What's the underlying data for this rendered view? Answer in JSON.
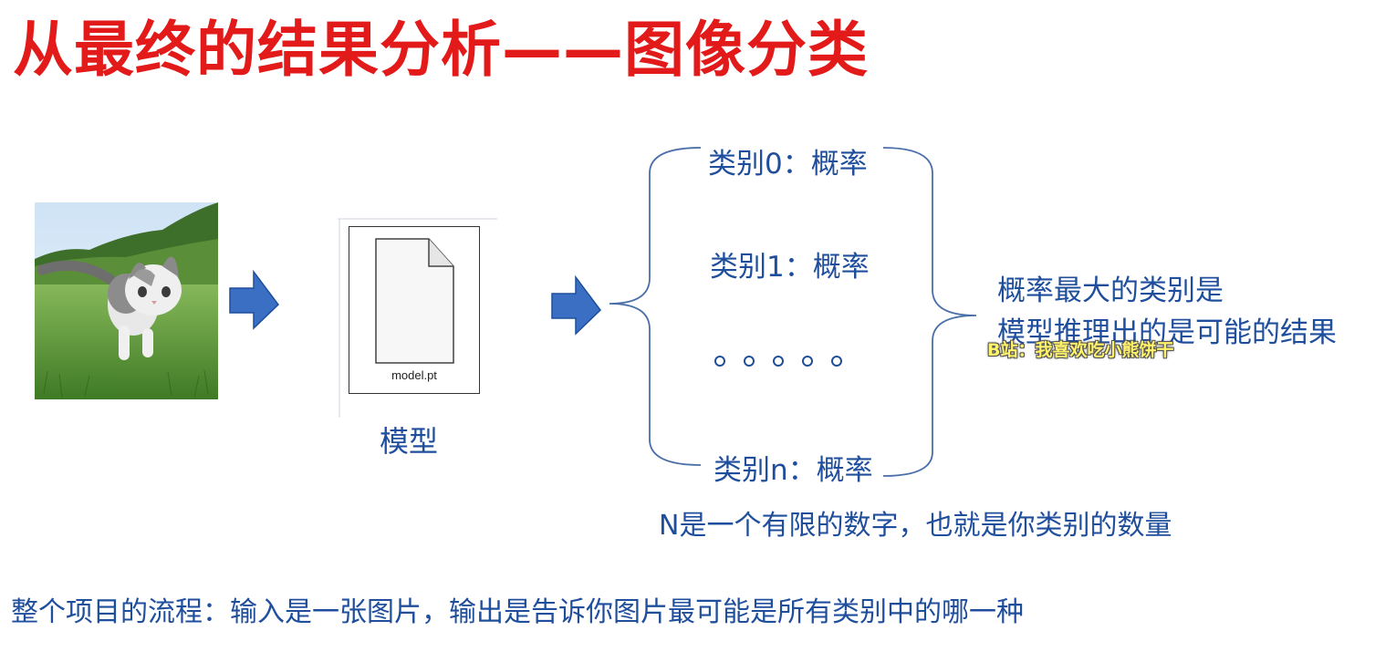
{
  "title": "从最终的结果分析——图像分类",
  "input_image": {
    "subject": "kitten-photo"
  },
  "model": {
    "file_name": "model.pt",
    "label": "模型"
  },
  "classes": {
    "first": "类别0：概率",
    "second": "类别1：概率",
    "last": "类别n：概率"
  },
  "result_note": {
    "line1": "概率最大的类别是",
    "line2": "模型推理出的是可能的结果"
  },
  "watermark": "B站：我喜欢吃小熊饼干",
  "n_note": "N是一个有限的数字，也就是你类别的数量",
  "footer": "整个项目的流程：输入是一张图片，输出是告诉你图片最可能是所有类别中的哪一种",
  "colors": {
    "title": "#e21a1a",
    "text": "#1f4e9c",
    "arrow": "#3a6fc4",
    "watermark": "#fff36b"
  }
}
